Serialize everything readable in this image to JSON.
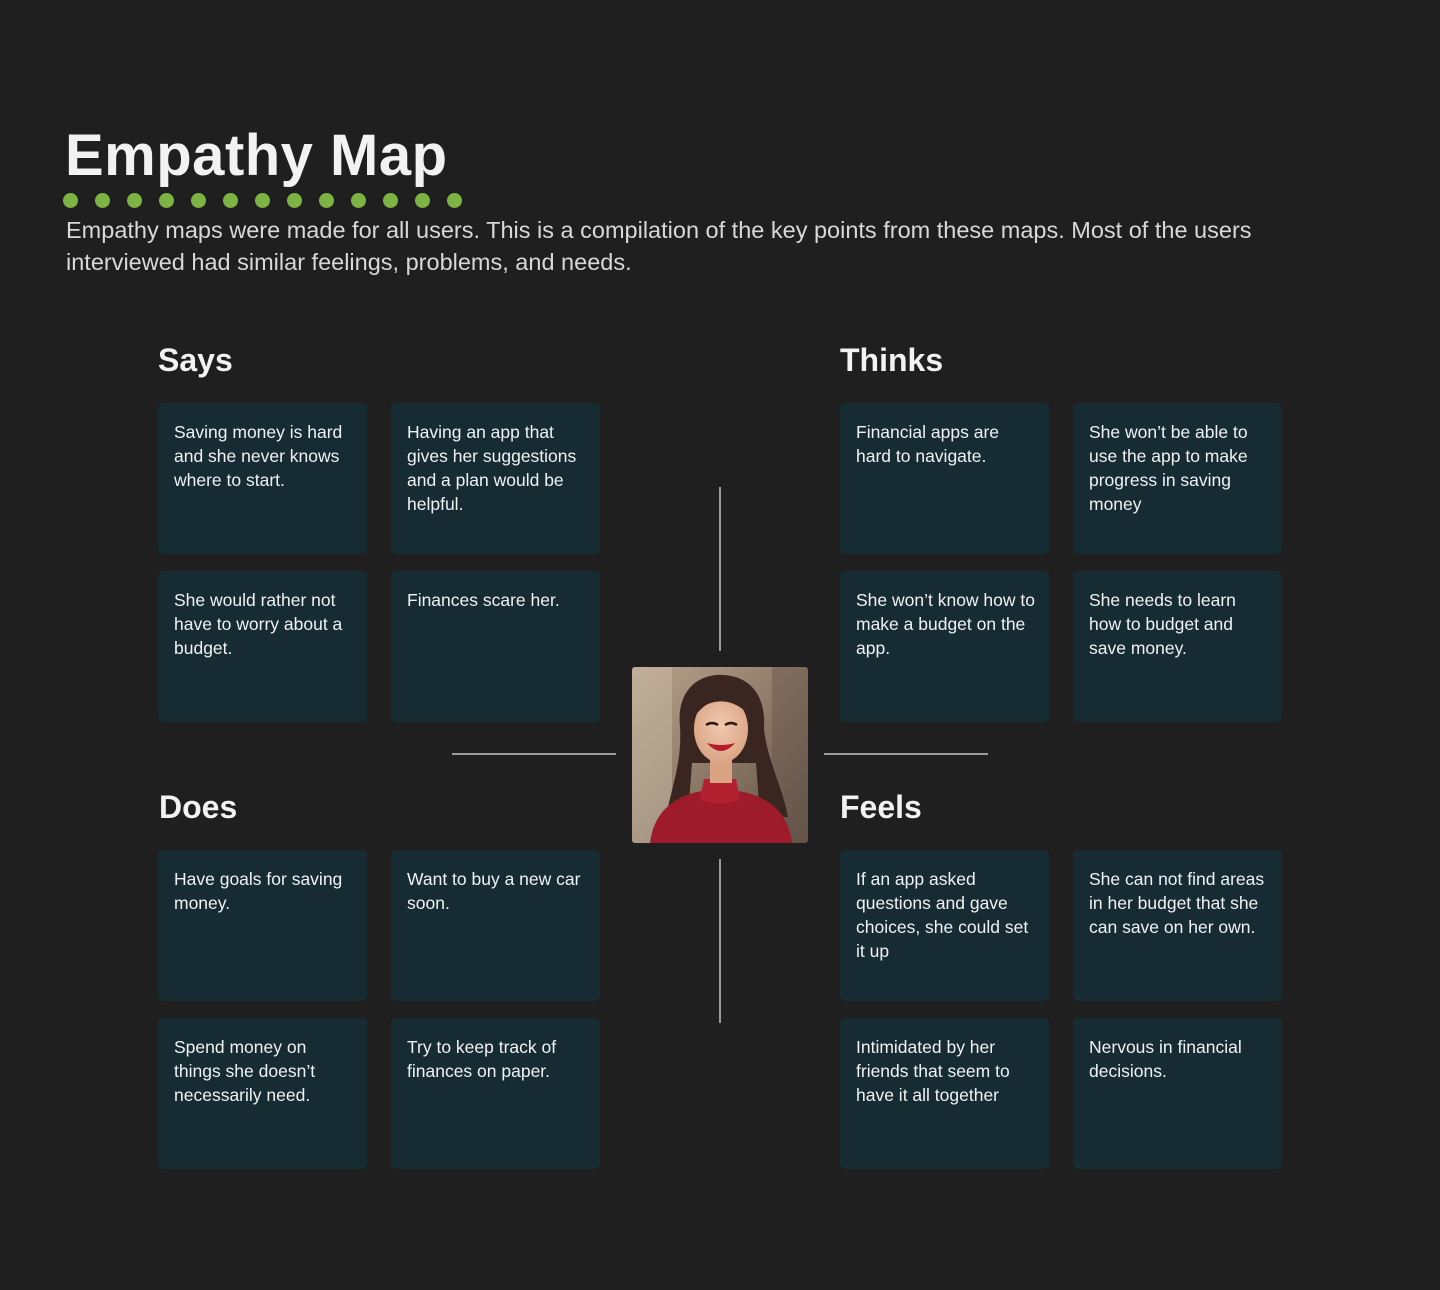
{
  "header": {
    "title": "Empathy Map",
    "subtitle": "Empathy maps were made for all users.  This is a compilation of the key points from these maps.  Most of the users interviewed had similar feelings, problems, and needs."
  },
  "colors": {
    "background": "#1f1f1f",
    "card": "#172b33",
    "accent_dots": "#7cb342",
    "divider": "#9a9a9a"
  },
  "portrait": {
    "icon": "woman-portrait-photo"
  },
  "says": {
    "title": "Says",
    "cards": [
      "Saving money is hard and she never knows where to start.",
      "Having an app that gives her suggestions and a plan would be helpful.",
      "She would rather not have to worry about a budget.",
      "Finances scare her."
    ]
  },
  "thinks": {
    "title": "Thinks",
    "cards": [
      "Financial apps are hard to navigate.",
      "She won’t be able to use the app to make progress in saving money",
      "She won’t know how to make a budget on the app.",
      "She needs to learn how to budget and save money."
    ]
  },
  "does": {
    "title": "Does",
    "cards": [
      "Have goals for saving money.",
      "Want to buy a new car soon.",
      "Spend money on things she doesn’t necessarily need.",
      "Try to keep track of finances on paper."
    ]
  },
  "feels": {
    "title": "Feels",
    "cards": [
      "If an app asked questions and gave choices, she could set it up",
      "She can not find areas in her budget that she can save on her own.",
      "Intimidated by her friends that seem to have it all together",
      "Nervous in financial decisions."
    ]
  }
}
